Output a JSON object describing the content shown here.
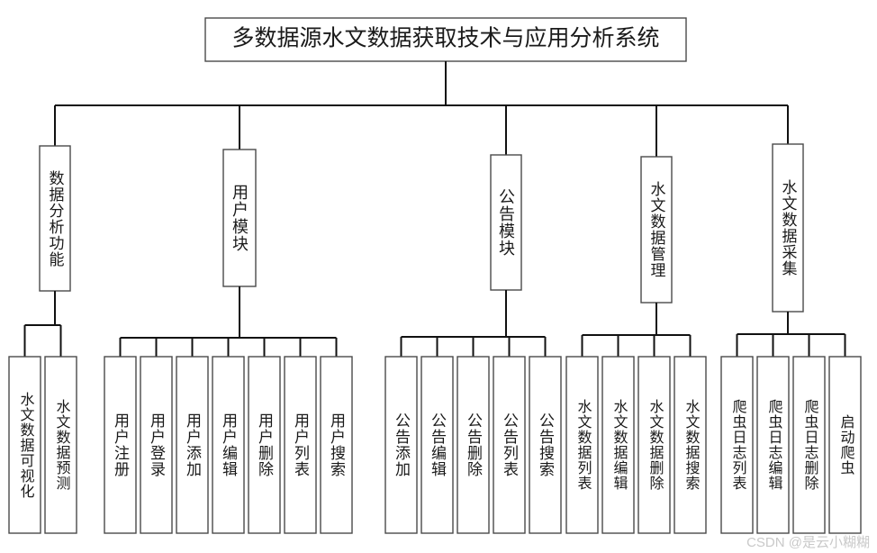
{
  "diagram": {
    "type": "tree-hierarchy",
    "orientation": "top-down",
    "root": {
      "id": "root",
      "label": "多数据源水文数据获取技术与应用分析系统",
      "text_orientation": "horizontal"
    },
    "level2": [
      {
        "id": "m1",
        "label": "数据分析功能",
        "children_count": 2
      },
      {
        "id": "m2",
        "label": "用户模块",
        "children_count": 7
      },
      {
        "id": "m3",
        "label": "公告模块",
        "children_count": 5
      },
      {
        "id": "m4",
        "label": "水文数据管理",
        "children_count": 4
      },
      {
        "id": "m5",
        "label": "水文数据采集",
        "children_count": 4
      }
    ],
    "leaves": {
      "m1": [
        "水文数据可视化",
        "水文数据预测"
      ],
      "m2": [
        "用户注册",
        "用户登录",
        "用户添加",
        "用户编辑",
        "用户删除",
        "用户列表",
        "用户搜索"
      ],
      "m3": [
        "公告添加",
        "公告编辑",
        "公告删除",
        "公告列表",
        "公告搜索"
      ],
      "m4": [
        "水文数据列表",
        "水文数据编辑",
        "水文数据删除",
        "水文数据搜索"
      ],
      "m5": [
        "爬虫日志列表",
        "爬虫日志编辑",
        "爬虫日志删除",
        "启动爬虫"
      ]
    },
    "leaf_count_total": 22,
    "colors": {
      "background": "#ffffff",
      "box_fill": "#ffffff",
      "box_stroke": "#4a4a4a",
      "connector": "#111111",
      "text": "#1a1a1a",
      "watermark": "#c9c9c9"
    }
  },
  "watermark": {
    "text": "CSDN @是云小糊糊"
  }
}
